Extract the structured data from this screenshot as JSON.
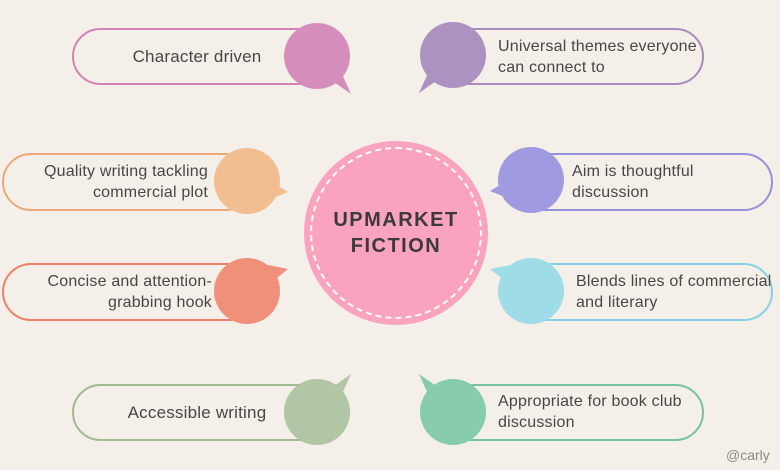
{
  "canvas": {
    "background": "#f4efe8"
  },
  "center": {
    "title_lines": [
      "UPMARKET",
      "FICTION"
    ],
    "fill": "#f9a3bf",
    "ring_color": "#ffffff",
    "text_color": "#3d393a"
  },
  "bubbles": [
    {
      "label": "Character driven",
      "fill": "#d58dbb",
      "border": "#d283b4"
    },
    {
      "label": "Universal themes everyone can connect to",
      "fill": "#ad92c1",
      "border": "#a98cbf"
    },
    {
      "label": "Quality writing tackling commercial plot",
      "fill": "#f3bd92",
      "border": "#eca875"
    },
    {
      "label": "Aim is thoughtful discussion",
      "fill": "#a09ae1",
      "border": "#9790da"
    },
    {
      "label": "Concise and attention-grabbing hook",
      "fill": "#f0907b",
      "border": "#ec8069"
    },
    {
      "label": "Blends lines of commercial and literary",
      "fill": "#9edce8",
      "border": "#87d2e2"
    },
    {
      "label": "Accessible writing",
      "fill": "#b2c5a4",
      "border": "#a2b992"
    },
    {
      "label": "Appropriate for book club discussion",
      "fill": "#87cdab",
      "border": "#76c49e"
    }
  ],
  "watermark": "@carly"
}
